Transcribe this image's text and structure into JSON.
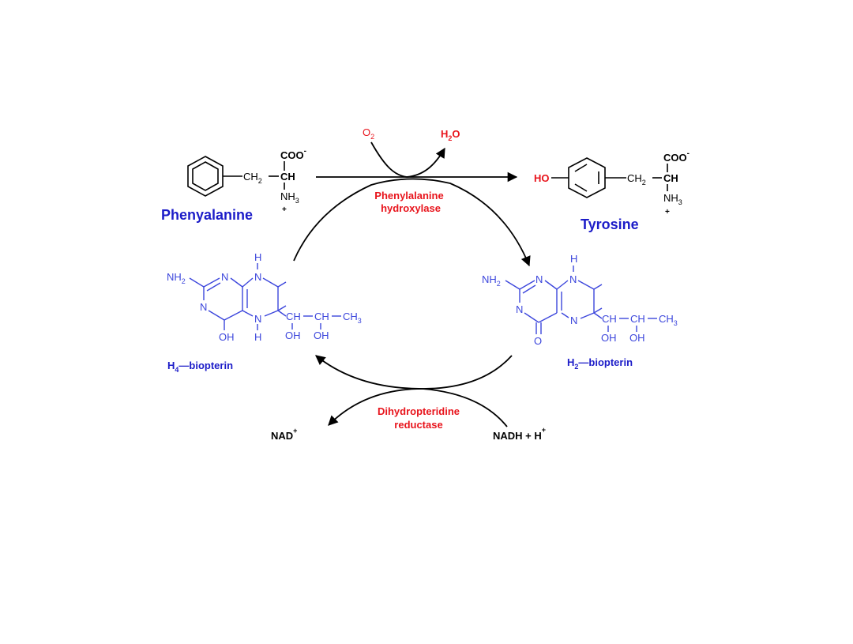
{
  "colors": {
    "black": "#000000",
    "enzyme_red": "#e8141c",
    "name_blue": "#1c1cc8",
    "pterin_blue": "#3c46dc"
  },
  "reaction": {
    "o2_sym": "O",
    "o2_sub": "2",
    "h2o_h": "H",
    "h2o_sub": "2",
    "h2o_o": "O",
    "hydroxylase_line1": "Phenylalanine",
    "hydroxylase_line2": "hydroxylase",
    "reductase_line1": "Dihydropteridine",
    "reductase_line2": "reductase",
    "nad": "NAD",
    "nad_charge": "+",
    "nadh": "NADH + H",
    "nadh_charge": "+"
  },
  "phenylalanine": {
    "name": "Phenyalanine",
    "coo": "COO",
    "coo_charge": "-",
    "ch2": "CH",
    "ch2_sub": "2",
    "ch": "CH",
    "nh3": "NH",
    "nh3_sub": "3",
    "nh3_charge": "+"
  },
  "tyrosine": {
    "name": "Tyrosine",
    "ho": "HO",
    "coo": "COO",
    "coo_charge": "-",
    "ch2": "CH",
    "ch2_sub": "2",
    "ch": "CH",
    "nh3": "NH",
    "nh3_sub": "3",
    "nh3_charge": "+"
  },
  "h4_biopterin": {
    "name_h": "H",
    "name_sub": "4",
    "name_rest": "—biopterin",
    "nh2": "NH",
    "nh2_sub": "2",
    "n1": "N",
    "n3": "N",
    "n8": "N",
    "h8": "H",
    "n5": "N",
    "h5": "H",
    "oh4": "OH",
    "ch_a": "CH",
    "ch_b": "CH",
    "ch3": "CH",
    "ch3_sub": "3",
    "oh_a": "OH",
    "oh_b": "OH"
  },
  "h2_biopterin": {
    "name_h": "H",
    "name_sub": "2",
    "name_rest": "—biopterin",
    "nh2": "NH",
    "nh2_sub": "2",
    "n1": "N",
    "n3": "N",
    "n8": "N",
    "h8": "H",
    "n5": "N",
    "o4": "O",
    "ch_a": "CH",
    "ch_b": "CH",
    "ch3": "CH",
    "ch3_sub": "3",
    "oh_a": "OH",
    "oh_b": "OH"
  }
}
